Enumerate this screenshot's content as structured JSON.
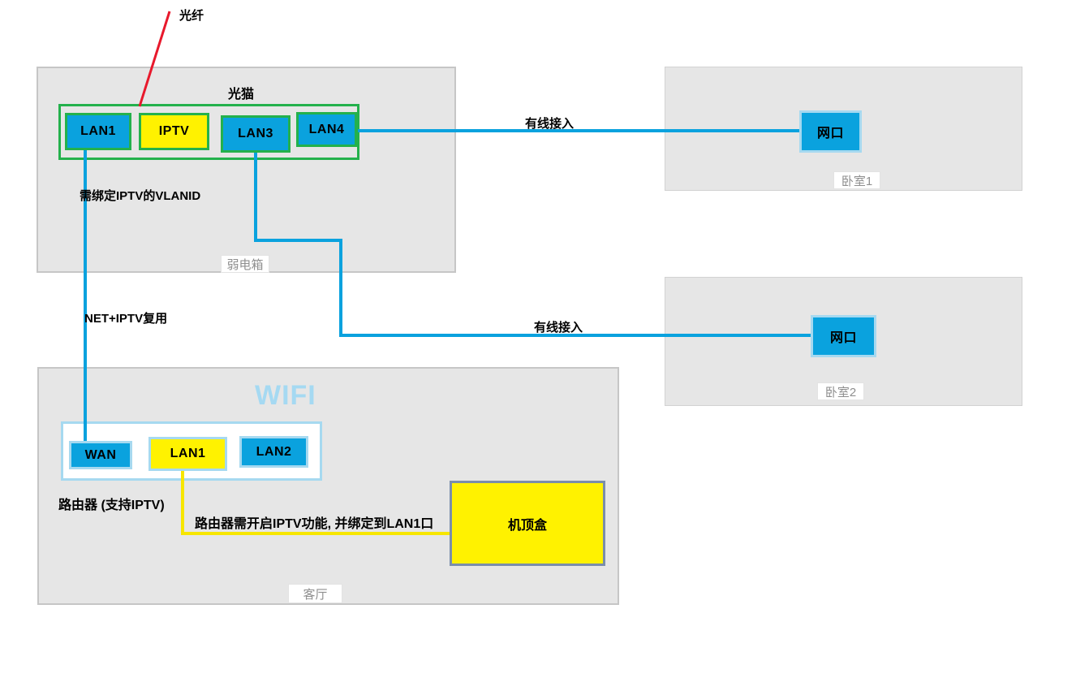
{
  "colors": {
    "port_blue": "#0aa2de",
    "port_yellow": "#fff200",
    "modem_border_green": "#24b14c",
    "router_border_lightblue": "#a6d9f0",
    "stb_border_slate": "#7a8eab",
    "line_blue": "#0aa2de",
    "line_yellow": "#f7e600",
    "line_red": "#e8192c",
    "room_fill": "#e6e6e6",
    "room_label_text": "#8f8f8f",
    "wifi_text": "#a5d9f2"
  },
  "fiber_label": "光纤",
  "weak_box": {
    "room_label": "弱电箱",
    "modem": {
      "title": "光猫",
      "ports": [
        {
          "label": "LAN1"
        },
        {
          "label": "IPTV"
        },
        {
          "label": "LAN3"
        },
        {
          "label": "LAN4"
        }
      ]
    },
    "vlan_note": "需绑定IPTV的VLANID"
  },
  "net_note": "NET+IPTV复用",
  "wired_label_1": "有线接入",
  "wired_label_2": "有线接入",
  "bedroom1": {
    "room_label": "卧室1",
    "port": "网口"
  },
  "bedroom2": {
    "room_label": "卧室2",
    "port": "网口"
  },
  "living": {
    "room_label": "客厅",
    "wifi_text": "WIFI",
    "router": {
      "label": "路由器 (支持IPTV)",
      "ports": [
        {
          "label": "WAN"
        },
        {
          "label": "LAN1"
        },
        {
          "label": "LAN2"
        }
      ]
    },
    "router_note": "路由器需开启IPTV功能, 并绑定到LAN1口",
    "stb_label": "机顶盒"
  }
}
